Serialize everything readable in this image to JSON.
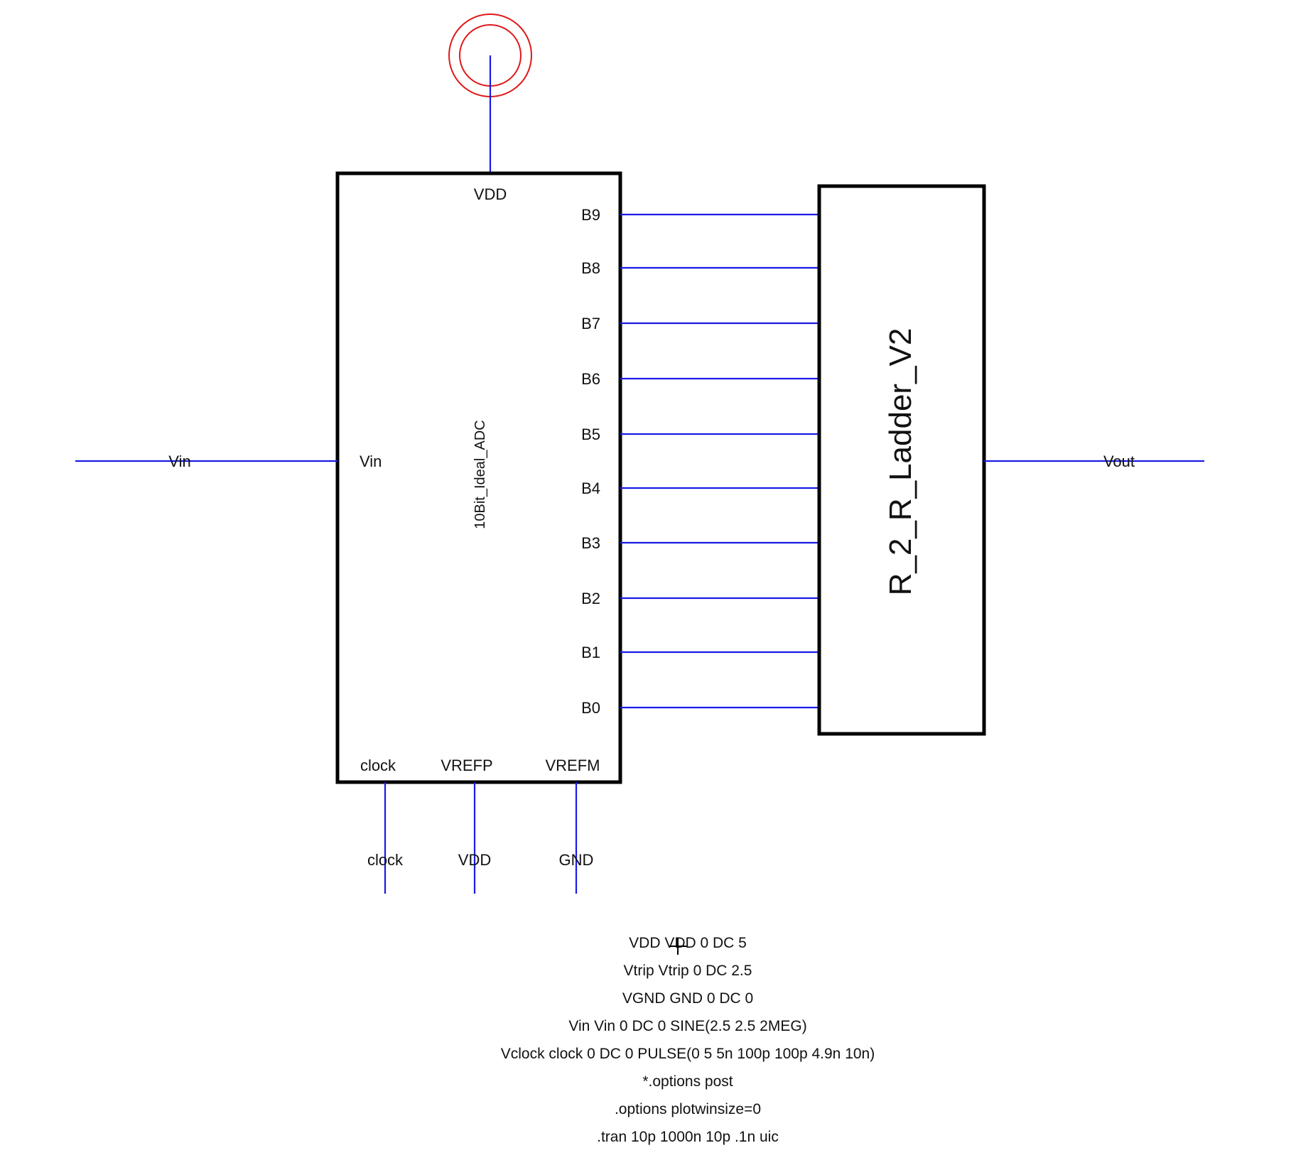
{
  "adc": {
    "name": "10Bit_Ideal_ADC",
    "pins": {
      "vdd": "VDD",
      "vin": "Vin",
      "clock": "clock",
      "vrefp": "VREFP",
      "vrefm": "VREFM"
    },
    "bits": [
      "B9",
      "B8",
      "B7",
      "B6",
      "B5",
      "B4",
      "B3",
      "B2",
      "B1",
      "B0"
    ]
  },
  "ladder": {
    "name": "R_2_R_Ladder_V2"
  },
  "nets": {
    "vin": "Vin",
    "vout": "Vout",
    "clock": "clock",
    "vrefp": "VDD",
    "vrefm": "GND"
  },
  "netlist": [
    "VDD VDD 0 DC 5",
    "Vtrip Vtrip 0 DC 2.5",
    "VGND GND 0 DC 0",
    "Vin Vin 0 DC 0 SINE(2.5 2.5 2MEG)",
    "Vclock clock 0 DC 0 PULSE(0 5 5n 100p 100p 4.9n 10n)",
    "*.options post",
    ".options plotwinsize=0",
    ".tran 10p 1000n 10p .1n uic"
  ],
  "colors": {
    "wire": "#1a1ae6",
    "symbol": "#000000",
    "vdd_symbol": "#e01818"
  }
}
